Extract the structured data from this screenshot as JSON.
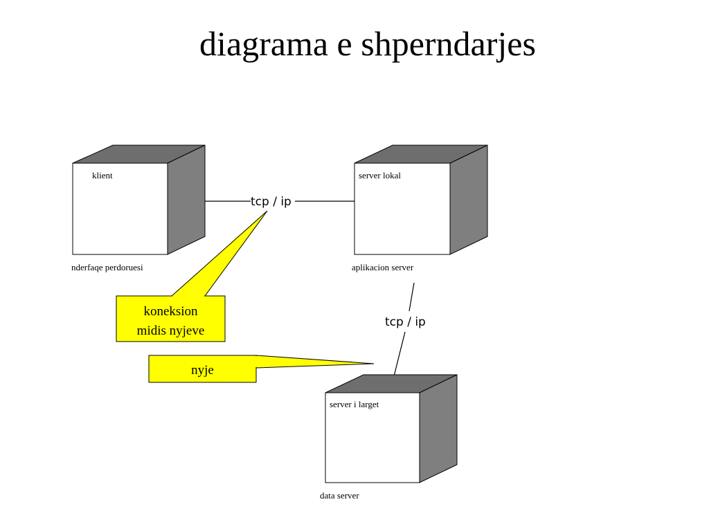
{
  "title": "diagrama e shperndarjes",
  "nodes": {
    "klient": {
      "label": "klient",
      "caption": "nderfaqe perdoruesi"
    },
    "server_lokal": {
      "label": "server lokal",
      "caption": "aplikacion server"
    },
    "server_i_larget": {
      "label": "server i larget",
      "caption": "data server"
    }
  },
  "connections": {
    "klient_to_server_lokal": {
      "label": "tcp / ip"
    },
    "server_lokal_to_data_server": {
      "label": "tcp / ip"
    }
  },
  "callouts": {
    "connection_note": {
      "lines": [
        "koneksion",
        "midis nyjeve"
      ]
    },
    "node_note": {
      "text": "nyje"
    }
  },
  "colors": {
    "cube_face": "#ffffff",
    "cube_top": "#6e6e6e",
    "cube_side": "#7f7f7f",
    "callout_fill": "#ffff00",
    "stroke": "#000000"
  }
}
